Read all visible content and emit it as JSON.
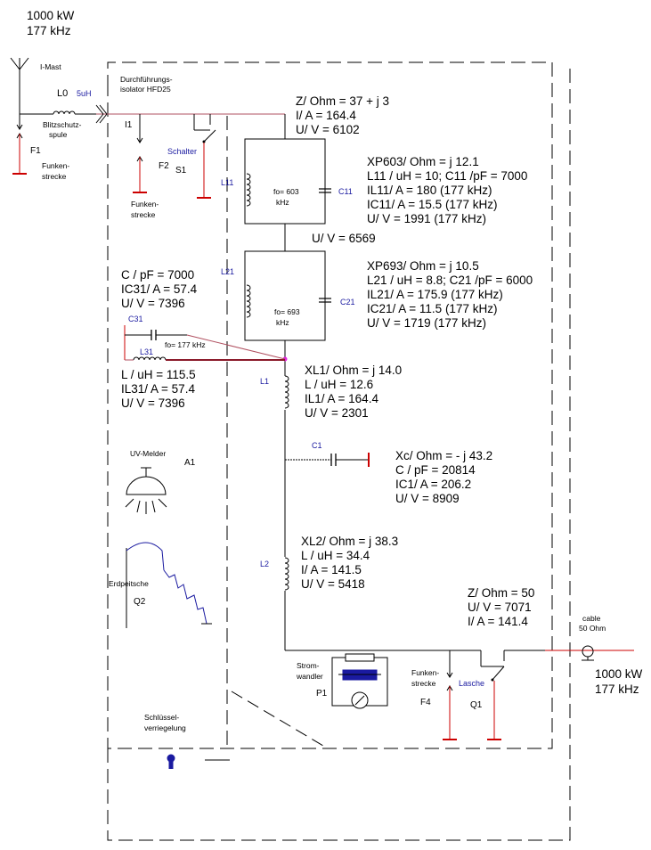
{
  "colors": {
    "wire": "#000000",
    "ground": "#cc0000",
    "feeder": "#b05060",
    "blue_label": "#1a1aa0",
    "node": "#e020e0"
  },
  "top_left": {
    "power": "1000 kW",
    "freq": "177 kHz"
  },
  "antenna": {
    "mast": "I-Mast",
    "l0": "L0",
    "l0_value": "5uH",
    "blitz1": "Blitzschutz-",
    "blitz2": "spule",
    "f1": "F1",
    "funk1": "Funken-",
    "funk2": "strecke"
  },
  "isolator": {
    "line1": "Durchführungs-",
    "line2": "isolator HFD25",
    "i1": "I1",
    "f2": "F2",
    "funk1": "Funken-",
    "funk2": "strecke",
    "schalter": "Schalter",
    "s1": "S1"
  },
  "tank_top": {
    "z": "Z/ Ohm = 37 + j 3",
    "i": "I/ A = 164.4",
    "u": "U/ V = 6102"
  },
  "xp603": {
    "lines": [
      "XP603/ Ohm =  j 12.1",
      "L11 / uH = 10; C11 /pF = 7000",
      "IL11/ A = 180  (177 kHz)",
      "IC11/ A = 15.5  (177 kHz)",
      "U/ V = 1991 (177 kHz)"
    ],
    "l11": "L11",
    "c11": "C11",
    "fo1": "fo= 603",
    "fo2": "kHz"
  },
  "mid": {
    "u": "U/ V = 6569"
  },
  "xp693": {
    "lines": [
      "XP693/ Ohm =  j 10.5",
      "L21 / uH = 8.8; C21 /pF = 6000",
      "IL21/ A = 175.9 (177 kHz)",
      "IC21/ A = 11.5 (177 kHz)",
      "U/ V = 1719 (177 kHz)"
    ],
    "l21": "L21",
    "c21": "C21",
    "fo1": "fo= 693",
    "fo2": "kHz"
  },
  "c31": {
    "lines": [
      "C / pF = 7000",
      "IC31/ A = 57.4",
      "U/ V = 7396"
    ],
    "label": "C31",
    "fo": "fo= 177 kHz",
    "l31": "L31"
  },
  "l31": {
    "lines": [
      "L / uH = 115.5",
      "IL31/ A = 57.4",
      "U/ V = 7396"
    ]
  },
  "xl1": {
    "lines": [
      "XL1/ Ohm =  j 14.0",
      "L / uH = 12.6",
      "IL1/ A = 164.4",
      "U/ V = 2301"
    ],
    "label": "L1"
  },
  "c1": {
    "label": "C1",
    "lines": [
      "Xc/ Ohm = - j 43.2",
      "C / pF = 20814",
      "IC1/ A = 206.2",
      "U/ V = 8909"
    ]
  },
  "xl2": {
    "lines": [
      "XL2/ Ohm =  j 38.3",
      "L / uH = 34.4",
      "I/ A = 141.5",
      "U/ V = 5418"
    ],
    "label": "L2"
  },
  "uv": {
    "label": "UV-Melder",
    "id": "A1"
  },
  "erd": {
    "label": "Erdpeitsche",
    "id": "Q2"
  },
  "out": {
    "z": "Z/ Ohm = 50",
    "u": "U/ V = 7071",
    "i": "I/ A = 141.4",
    "cable1": "cable",
    "cable2": "50 Ohm",
    "power": "1000 kW",
    "freq": "177 kHz"
  },
  "strom": {
    "l1": "Strom-",
    "l2": "wandler",
    "id": "P1"
  },
  "f4": {
    "l1": "Funken-",
    "l2": "strecke",
    "id": "F4",
    "lasche": "Lasche",
    "q1": "Q1"
  },
  "schluessel": {
    "l1": "Schlüssel-",
    "l2": "verriegelung"
  }
}
